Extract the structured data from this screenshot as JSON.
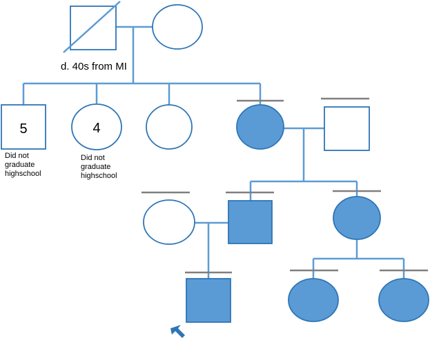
{
  "annotations": {
    "grandfather_death": "d. 40s from MI",
    "brothers_count": "5",
    "sisters_count": "4",
    "brothers_note": [
      "Did not",
      "graduate",
      "highschool"
    ],
    "sisters_note": [
      "Did not",
      "graduate",
      "highschool"
    ]
  },
  "colors": {
    "line": "#5b9bd5",
    "affected_fill": "#5b9bd5",
    "outline": "#2e75b6",
    "examined_bar": "#7f7f7f"
  },
  "icons": {
    "proband_marker": "arrow-icon"
  }
}
